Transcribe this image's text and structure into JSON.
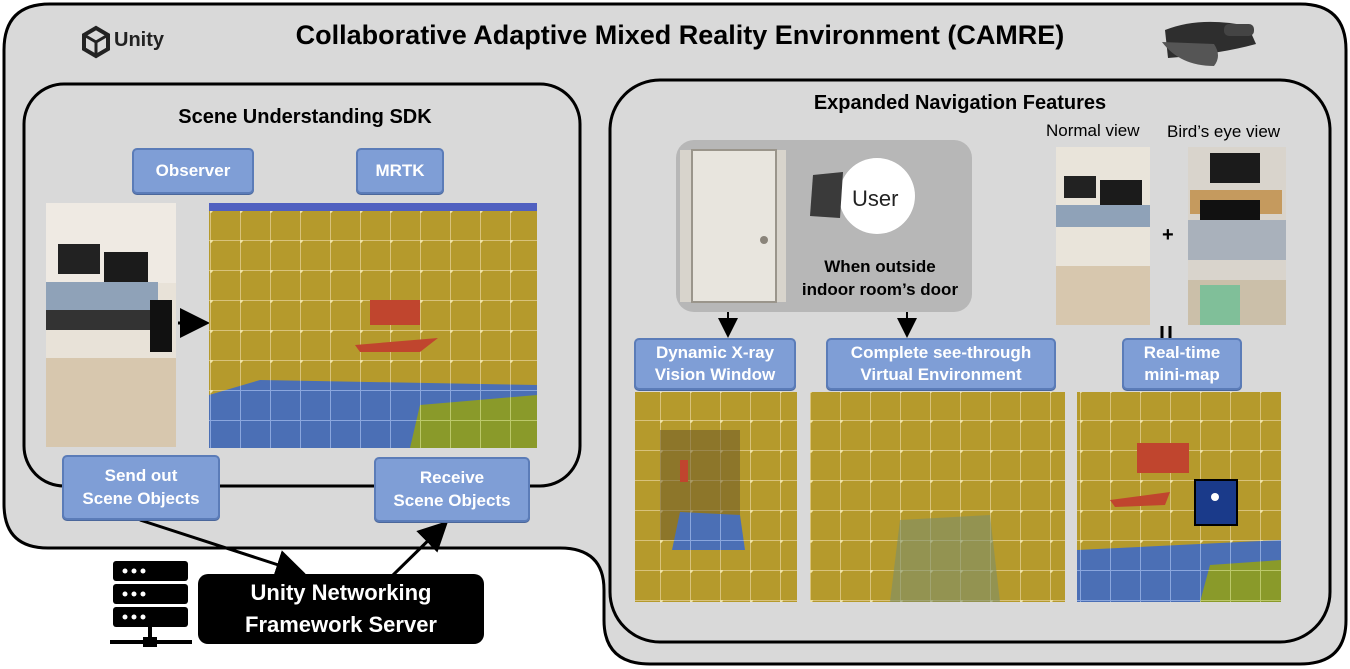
{
  "title": "Collaborative Adaptive Mixed Reality Environment (CAMRE)",
  "unity_label": "Unity",
  "scene_panel": {
    "title": "Scene Understanding SDK",
    "observer": "Observer",
    "mrtk": "MRTK"
  },
  "send_out": {
    "line1": "Send out",
    "line2": "Scene Objects"
  },
  "receive": {
    "line1": "Receive",
    "line2": "Scene Objects"
  },
  "server": {
    "line1": "Unity Networking",
    "line2": "Framework Server"
  },
  "nav_panel": {
    "title": "Expanded Navigation Features",
    "normal_view": "Normal view",
    "birds_eye_view": "Bird’s eye view",
    "plus": "+",
    "equals": "=",
    "user": "User",
    "door_line1": "When outside",
    "door_line2": "indoor room’s door",
    "xray": {
      "line1": "Dynamic X-ray",
      "line2": "Vision Window"
    },
    "seethrough": {
      "line1": "Complete see-through",
      "line2": "Virtual Environment"
    },
    "minimap": {
      "line1": "Real-time",
      "line2": "mini-map"
    }
  },
  "icons": [
    "unity-logo-icon",
    "hololens-headset-icon",
    "server-rack-icon"
  ],
  "colors": {
    "panel": "#d9d9d9",
    "blue_box": "#7f9ed6",
    "mesh_yellow": "#b59a2c",
    "mesh_blue": "#4b6fb5",
    "mesh_green": "#8a9a2a"
  }
}
